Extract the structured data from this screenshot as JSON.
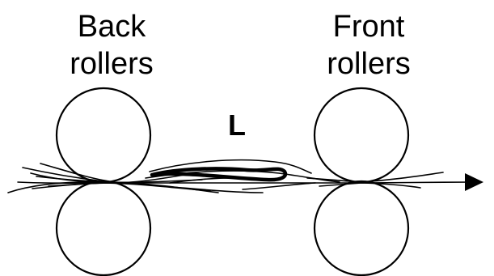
{
  "labels": {
    "back_line1": "Back",
    "back_line2": "rollers",
    "front_line1": "Front",
    "front_line2": "rollers",
    "distance": "L"
  },
  "colors": {
    "stroke": "#000000",
    "background": "#ffffff"
  }
}
